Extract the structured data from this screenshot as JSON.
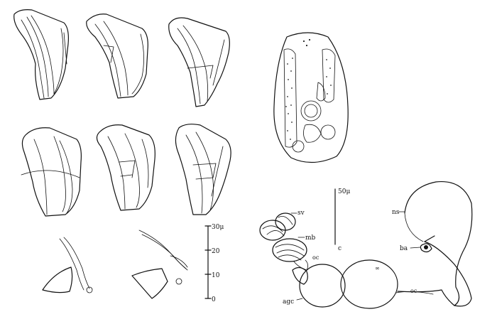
{
  "scale_a": {
    "ticks": [
      "30μ",
      "20",
      "10",
      "0"
    ]
  },
  "scale_b": {
    "label": "50μ",
    "letter": "c"
  },
  "anatomy_labels": {
    "sv": "sv",
    "mb": "mb",
    "oc": "oc",
    "agc": "agc",
    "ns": "ns",
    "ba": "ba",
    "mid1": "∞",
    "mid2": "oc"
  }
}
